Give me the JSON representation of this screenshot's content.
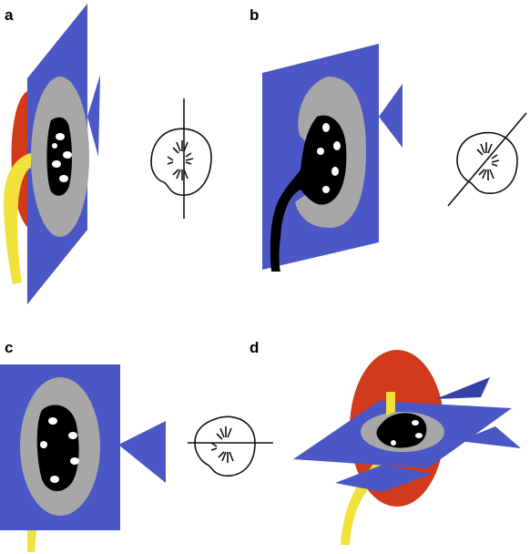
{
  "panels": [
    {
      "label": "a"
    },
    {
      "label": "b"
    },
    {
      "label": "c"
    },
    {
      "label": "d"
    }
  ],
  "colors": {
    "plane": "#4a57c4",
    "plane_dark": "#3540a8",
    "parenchyma": "#a7a7a7",
    "sinus": "#000000",
    "papilla": "#ffffff",
    "ureter": "#f2e13a",
    "kidney_red": "#d23a1c",
    "line": "#111111"
  }
}
